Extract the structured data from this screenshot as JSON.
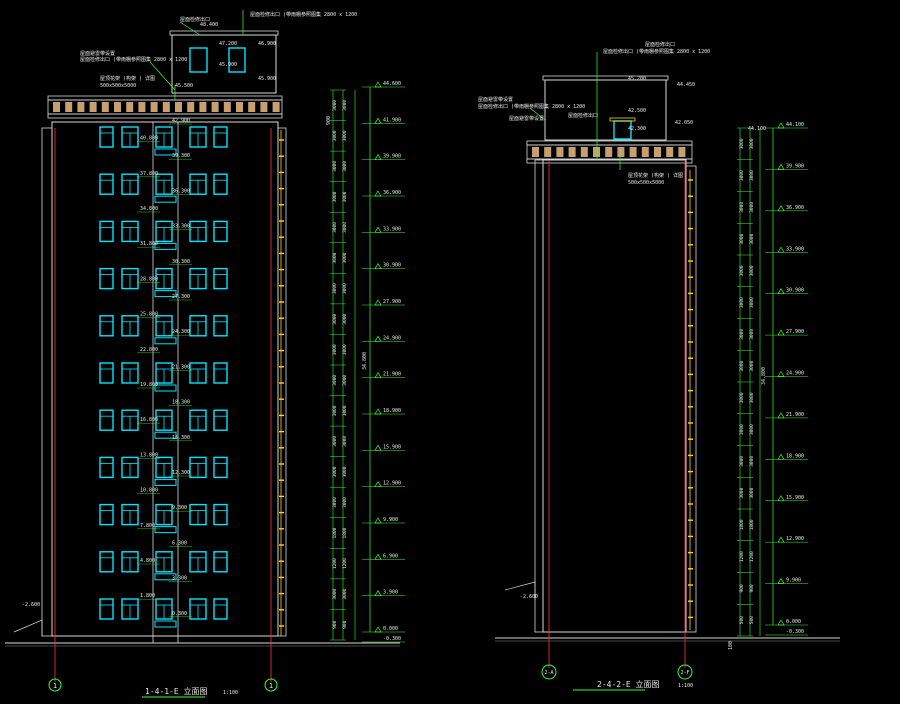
{
  "drawing": {
    "left_title": "1-4-1-E 立面图",
    "left_scale": "1:100",
    "right_title": "2-4-2-E 立面图",
    "right_scale": "1:100",
    "left_axes": [
      "1",
      "1"
    ],
    "right_axes": [
      "2-A",
      "2-F"
    ],
    "left_total_height": "34.800",
    "right_total_height": "34.800",
    "left_small_note": "900",
    "right_small_note": "100",
    "left_grade": "-0.300",
    "left_entry": "-2.600",
    "right_entry": "-2.600"
  },
  "left_levels": [
    "44.600",
    "41.900",
    "39.900",
    "36.900",
    "33.900",
    "30.900",
    "27.900",
    "24.900",
    "21.900",
    "18.900",
    "15.900",
    "12.900",
    "9.900",
    "6.900",
    "3.900",
    "0.000"
  ],
  "left_window_levels": [
    "42.900",
    "40.800",
    "39.300",
    "37.800",
    "36.300",
    "34.800",
    "33.300",
    "31.800",
    "30.300",
    "28.800",
    "27.300",
    "25.800",
    "24.300",
    "22.800",
    "21.300",
    "19.800",
    "18.300",
    "16.800",
    "15.300",
    "13.800",
    "12.300",
    "10.800",
    "9.300",
    "7.800",
    "6.300",
    "4.800",
    "3.300",
    "1.800",
    "0.300"
  ],
  "left_callouts": {
    "top_a": "屋面检修出口",
    "top_a_level": "48.400",
    "top_b": "屋面检修出口 (带雨棚参照图集 2800 x 1200",
    "left_a": "屋面避雷带设置",
    "left_b": "屋面检修出口 (带雨棚参照图集 2800 x 1200",
    "roof_a": "47.200",
    "roof_b": "46.900",
    "roof_c": "45.900",
    "parapet_a": "屋顶花架 (构架 ) 详图",
    "parapet_b": "500x500x5000 ",
    "parapet_c": "45.500"
  },
  "right_levels": [
    "44.100",
    "39.900",
    "36.900",
    "33.900",
    "30.900",
    "27.900",
    "24.900",
    "21.900",
    "18.900",
    "15.900",
    "12.900",
    "9.900",
    "0.000"
  ],
  "right_callouts": {
    "top_a": "屋面检修出口",
    "top_b": "屋面检修出口 (带雨棚参照图集 2800 x 1200",
    "top_c": "45.200",
    "top_d": "44.450",
    "left_a": "屋面避雷带设置",
    "left_b": "屋面检修出口 (带雨棚参照图集 2800 x 1200",
    "left_c": "屋面避雷带设置",
    "mid_a": "屋面检修出口",
    "mid_b": "42.500",
    "mid_c": "42.300",
    "mid_d": "42.050",
    "low_a": "屋顶花架 (构架 ) 详图",
    "low_b": "500x500x5000",
    "right_a": "44.100"
  },
  "dims_left": [
    "3000",
    "3000",
    "3000",
    "3000",
    "3000",
    "3000",
    "3000",
    "3000",
    "3000",
    "3000",
    "3000",
    "3000",
    "3000",
    "3000",
    "1800",
    "1200",
    "3000",
    "900"
  ],
  "dims_right": [
    "3000",
    "3000",
    "3000",
    "3000",
    "3000",
    "3000",
    "3000",
    "3000",
    "3000",
    "3000",
    "3000",
    "3000",
    "1800",
    "1200",
    "900",
    "500"
  ],
  "colors": {
    "background": "#000000",
    "outline": "#d8d8d8",
    "window": "#00e5ff",
    "dimension": "#33ff33",
    "axis": "#ff3333",
    "balcony": "#ffd700",
    "cornice": "#c8a070",
    "text": "#e8e8e8"
  }
}
